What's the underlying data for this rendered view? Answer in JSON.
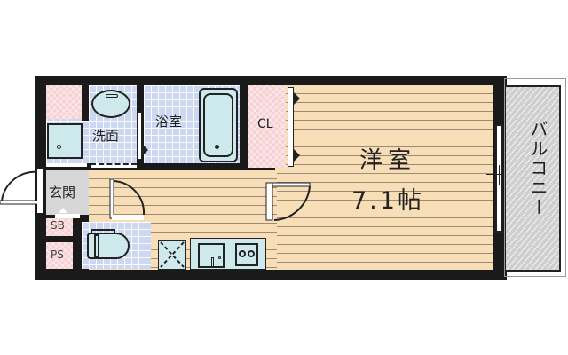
{
  "floorplan": {
    "rooms": {
      "western_room": {
        "name": "洋室",
        "size": "7.1帖"
      },
      "bathroom": {
        "name": "浴室"
      },
      "washroom": {
        "name": "洗面"
      },
      "entrance": {
        "name": "玄関"
      },
      "closet": {
        "name": "CL"
      },
      "balcony": {
        "name": "バルコニー"
      },
      "shoe_box": {
        "name": "SB"
      },
      "pipe_space": {
        "name": "PS"
      }
    },
    "colors": {
      "wall": "#1a1a1a",
      "wood_floor": "#f7deb6",
      "tile": "#ccd8f2",
      "storage": "#f7d2d4",
      "entrance": "#d7d7d7",
      "balcony": "#cfcfcf",
      "fixture": "#cde9ec"
    }
  }
}
